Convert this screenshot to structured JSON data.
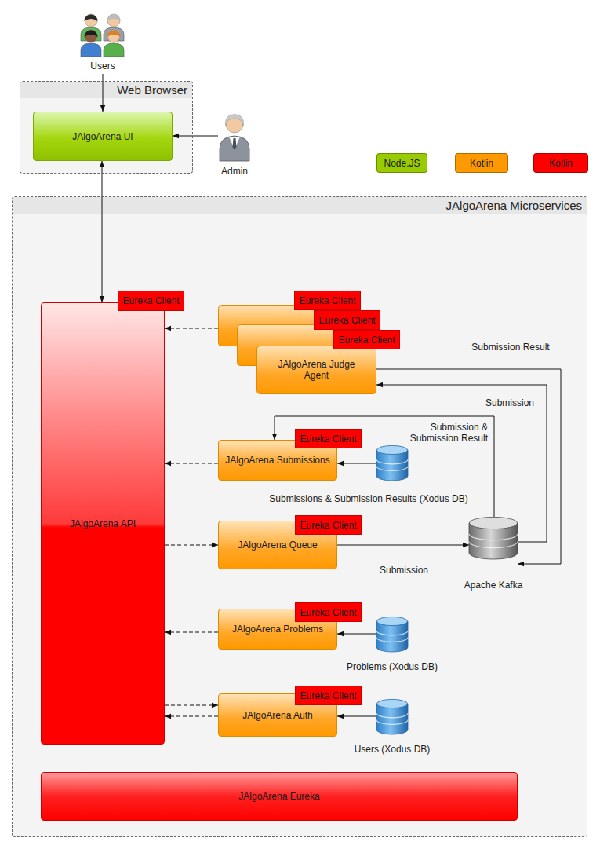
{
  "diagram": {
    "nodes": [
      {
        "text": [
          "Users"
        ]
      },
      {
        "text": [
          "Web Browser"
        ]
      },
      {
        "text": [
          "JAlgoArena UI"
        ],
        "in": 1
      },
      {
        "text": [
          "Admin"
        ]
      },
      {
        "text": [
          "JAlgoArena Microservices"
        ]
      },
      {
        "text": [
          "JAlgoArena API"
        ],
        "in": 4
      },
      {
        "text": [
          "Eureka Client"
        ],
        "in": 5
      },
      {
        "text": [
          "JAlgoArena Judge Agent"
        ],
        "in": 4
      },
      {
        "text": [
          "Eureka Client"
        ],
        "in": 7
      },
      {
        "text": [
          "Eureka Client"
        ],
        "in": 7
      },
      {
        "text": [
          "Eureka Client"
        ],
        "in": 7
      },
      {
        "text": [
          "JAlgoArena Submissions"
        ],
        "in": 4
      },
      {
        "text": [
          "Eureka Client"
        ],
        "in": 11
      },
      {
        "text": [
          "Submissions & Submission Results (Xodus DB)"
        ],
        "in": 4
      },
      {
        "text": [
          "JAlgoArena Queue"
        ],
        "in": 4
      },
      {
        "text": [
          "Eureka Client"
        ],
        "in": 14
      },
      {
        "text": [
          "Apache Kafka"
        ],
        "in": 4
      },
      {
        "text": [
          "JAlgoArena Problems"
        ],
        "in": 4
      },
      {
        "text": [
          "Eureka Client"
        ],
        "in": 17
      },
      {
        "text": [
          "Problems (Xodus DB)"
        ],
        "in": 4
      },
      {
        "text": [
          "JAlgoArena Auth"
        ],
        "in": 4
      },
      {
        "text": [
          "Eureka Client"
        ],
        "in": 20
      },
      {
        "text": [
          "Users (Xodus DB)"
        ],
        "in": 4
      },
      {
        "text": [
          "JAlgoArena Eureka"
        ],
        "in": 4
      }
    ],
    "edges": [
      {
        "from": 0,
        "to": 2,
        "arrow": "to"
      },
      {
        "from": 3,
        "to": 2,
        "arrow": "to"
      },
      {
        "from": 2,
        "to": 5,
        "arrow": "both"
      },
      {
        "from": 7,
        "to": 5,
        "arrow": "to"
      },
      {
        "from": 11,
        "to": 5,
        "arrow": "to"
      },
      {
        "from": 5,
        "to": 14,
        "arrow": "to"
      },
      {
        "from": 17,
        "to": 5,
        "arrow": "to"
      },
      {
        "from": 5,
        "to": 20,
        "arrow": "to"
      },
      {
        "from": 20,
        "to": 5,
        "arrow": "to"
      },
      {
        "from": 13,
        "to": 11,
        "arrow": "to"
      },
      {
        "from": 19,
        "to": 17,
        "arrow": "to"
      },
      {
        "from": 22,
        "to": 20,
        "arrow": "to"
      },
      {
        "from": 14,
        "to": 16,
        "arrow": "to",
        "label": "Submission"
      },
      {
        "from": 16,
        "to": 11,
        "arrow": "to",
        "label": "Submission & Submission Result"
      },
      {
        "from": 16,
        "to": 7,
        "arrow": "to",
        "label": "Submission"
      },
      {
        "from": 7,
        "to": 16,
        "arrow": "to",
        "label": "Submission Result"
      }
    ],
    "legend": [
      {
        "text": "Node.JS",
        "color": "#99cc00"
      },
      {
        "text": "Kotlin",
        "color": "#ff9900"
      },
      {
        "text": "Kotlin",
        "color": "#ff0000"
      }
    ]
  }
}
